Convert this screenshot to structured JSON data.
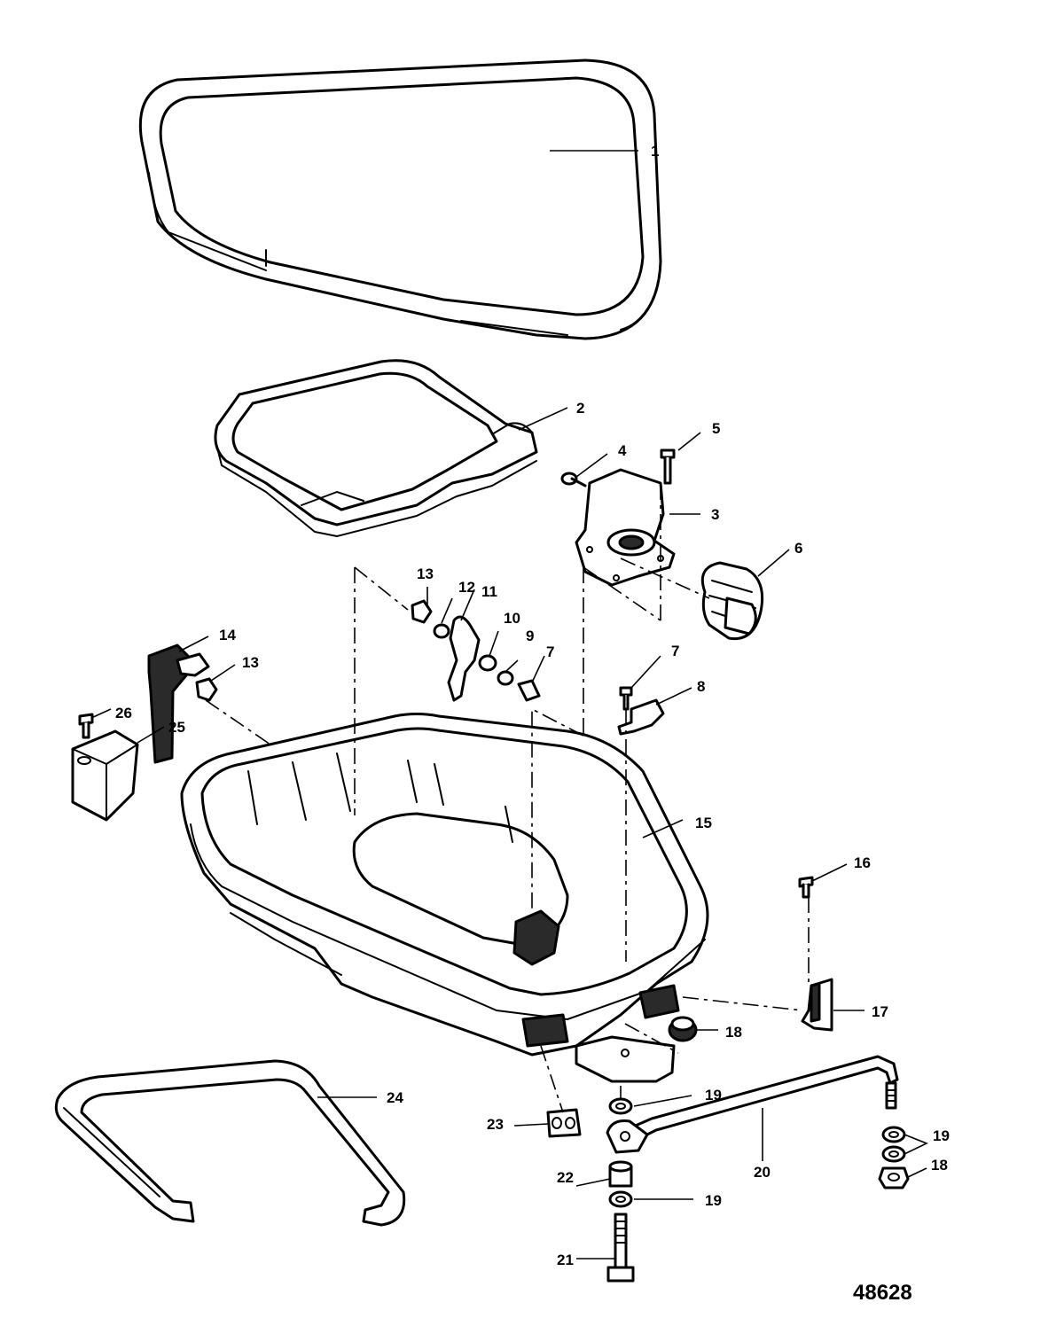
{
  "diagram": {
    "figure_number": "48628",
    "callouts": [
      {
        "id": "c1",
        "text": "1"
      },
      {
        "id": "c2",
        "text": "2"
      },
      {
        "id": "c3",
        "text": "3"
      },
      {
        "id": "c4",
        "text": "4"
      },
      {
        "id": "c5",
        "text": "5"
      },
      {
        "id": "c6",
        "text": "6"
      },
      {
        "id": "c7a",
        "text": "7"
      },
      {
        "id": "c7b",
        "text": "7"
      },
      {
        "id": "c8",
        "text": "8"
      },
      {
        "id": "c9",
        "text": "9"
      },
      {
        "id": "c10",
        "text": "10"
      },
      {
        "id": "c11",
        "text": "11"
      },
      {
        "id": "c12",
        "text": "12"
      },
      {
        "id": "c13a",
        "text": "13"
      },
      {
        "id": "c13b",
        "text": "13"
      },
      {
        "id": "c14",
        "text": "14"
      },
      {
        "id": "c15",
        "text": "15"
      },
      {
        "id": "c16",
        "text": "16"
      },
      {
        "id": "c17",
        "text": "17"
      },
      {
        "id": "c18a",
        "text": "18"
      },
      {
        "id": "c18b",
        "text": "18"
      },
      {
        "id": "c19a",
        "text": "19"
      },
      {
        "id": "c19b",
        "text": "19"
      },
      {
        "id": "c19c",
        "text": "19"
      },
      {
        "id": "c20",
        "text": "20"
      },
      {
        "id": "c21",
        "text": "21"
      },
      {
        "id": "c22",
        "text": "22"
      },
      {
        "id": "c23",
        "text": "23"
      },
      {
        "id": "c24",
        "text": "24"
      },
      {
        "id": "c25",
        "text": "25"
      },
      {
        "id": "c26",
        "text": "26"
      }
    ]
  }
}
